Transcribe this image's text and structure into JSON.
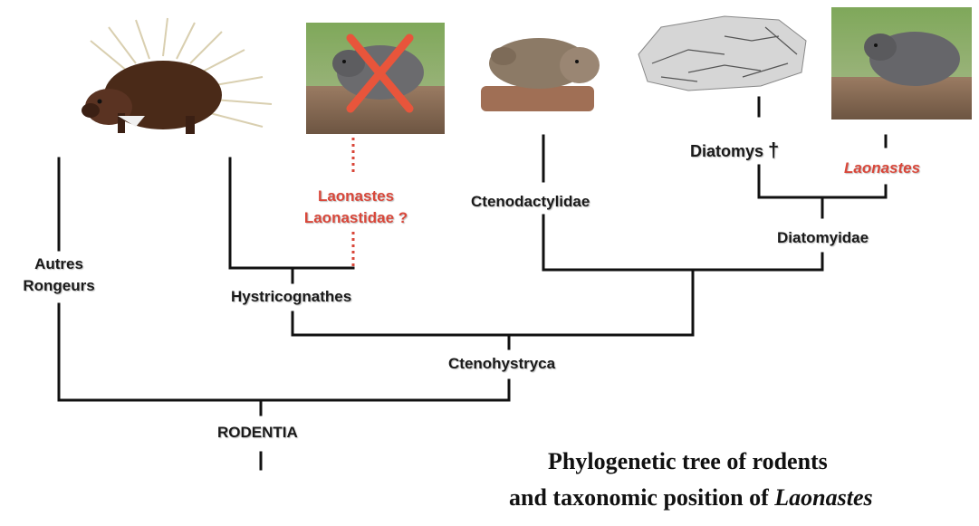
{
  "labels": {
    "autres_rongeurs_1": "Autres",
    "autres_rongeurs_2": "Rongeurs",
    "laonastes_species": "Laonastes",
    "laonastidae": "Laonastidae ?",
    "ctenodactylidae": "Ctenodactylidae",
    "diatomys": "Diatomys",
    "dagger": "†",
    "laonastes_right": "Laonastes",
    "diatomyidae": "Diatomyidae",
    "hystricognathes": "Hystricognathes",
    "ctenohystryca": "Ctenohystryca",
    "rodentia": "RODENTIA"
  },
  "caption": {
    "line1": "Phylogenetic tree of rodents",
    "line2_prefix": "and taxonomic position of",
    "line2_italic": "Laonastes"
  },
  "images": {
    "porcupine": "porcupine-illustration",
    "laonastes_crossed": "laonastes-photo-crossed",
    "ctenodactylid": "gundi-photo",
    "diatomys_fossil": "diatomys-fossil",
    "laonastes_photo": "laonastes-photo"
  },
  "colors": {
    "line": "#111111",
    "accent_red": "#d9473a",
    "cross": "#e8553b"
  }
}
